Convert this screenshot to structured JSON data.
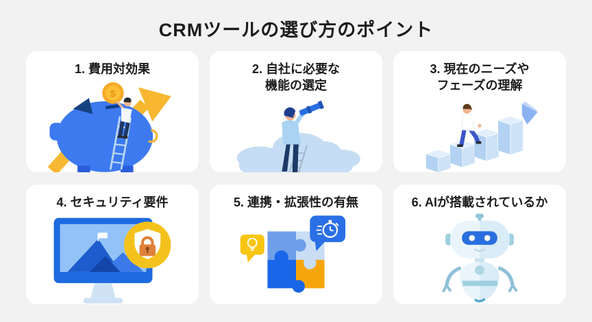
{
  "page": {
    "title": "CRMツールの選び方のポイント"
  },
  "colors": {
    "background": "#f2f2f2",
    "card": "#ffffff",
    "text": "#1c1c1c",
    "primary_blue": "#3d7af0",
    "dark_blue": "#1a66e8",
    "light_blue": "#c5ddf4",
    "orange": "#f7b731",
    "gold": "#f4c21c",
    "robot_blue": "#eaf5fb"
  },
  "cards": [
    {
      "name": "cost-effectiveness",
      "line1": "1. 費用対効果",
      "line2": "",
      "illustration": "piggy-bank-growth-arrow"
    },
    {
      "name": "required-functions",
      "line1": "2. 自社に必要な",
      "line2": "機能の選定",
      "illustration": "person-telescope-clouds"
    },
    {
      "name": "needs-phase",
      "line1": "3. 現在のニーズや",
      "line2": "フェーズの理解",
      "illustration": "person-climbing-stairs"
    },
    {
      "name": "security-requirements",
      "line1": "4. セキュリティ要件",
      "line2": "",
      "illustration": "monitor-shield-lock"
    },
    {
      "name": "integration-extensibility",
      "line1": "5. 連携・拡張性の有無",
      "line2": "",
      "illustration": "puzzle-pieces"
    },
    {
      "name": "ai-included",
      "line1": "6. AIが搭載されているか",
      "line2": "",
      "illustration": "robot"
    }
  ]
}
